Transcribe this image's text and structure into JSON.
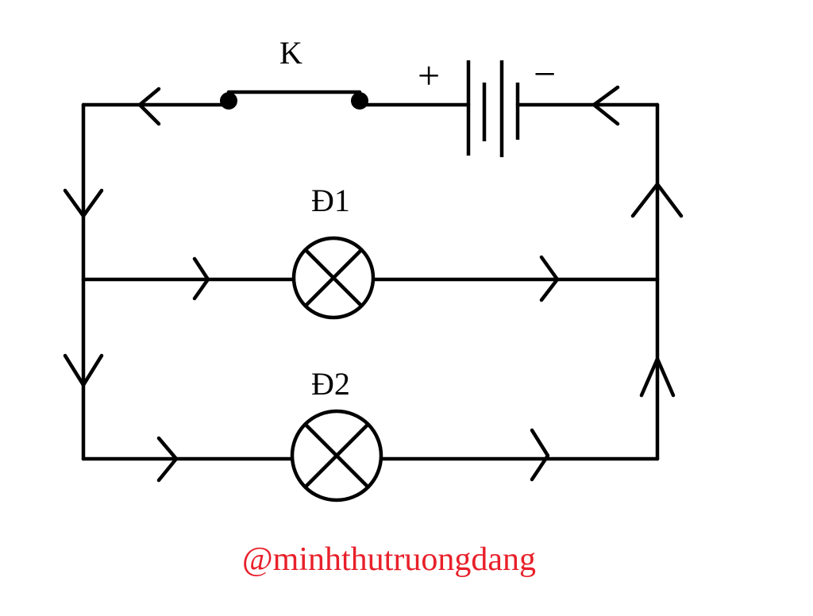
{
  "diagram": {
    "switch_label": "K",
    "battery_plus": "+",
    "battery_minus": "−",
    "lamp1_label": "Đ1",
    "lamp2_label": "Đ2",
    "credit": "@minhthutruongdang"
  },
  "colors": {
    "ink": "#000000",
    "credit": "#e8202a",
    "background": "#ffffff"
  },
  "icons": {
    "lamp": "lamp-icon",
    "battery": "battery-icon",
    "switch": "switch-icon",
    "arrow": "current-arrow-icon"
  }
}
